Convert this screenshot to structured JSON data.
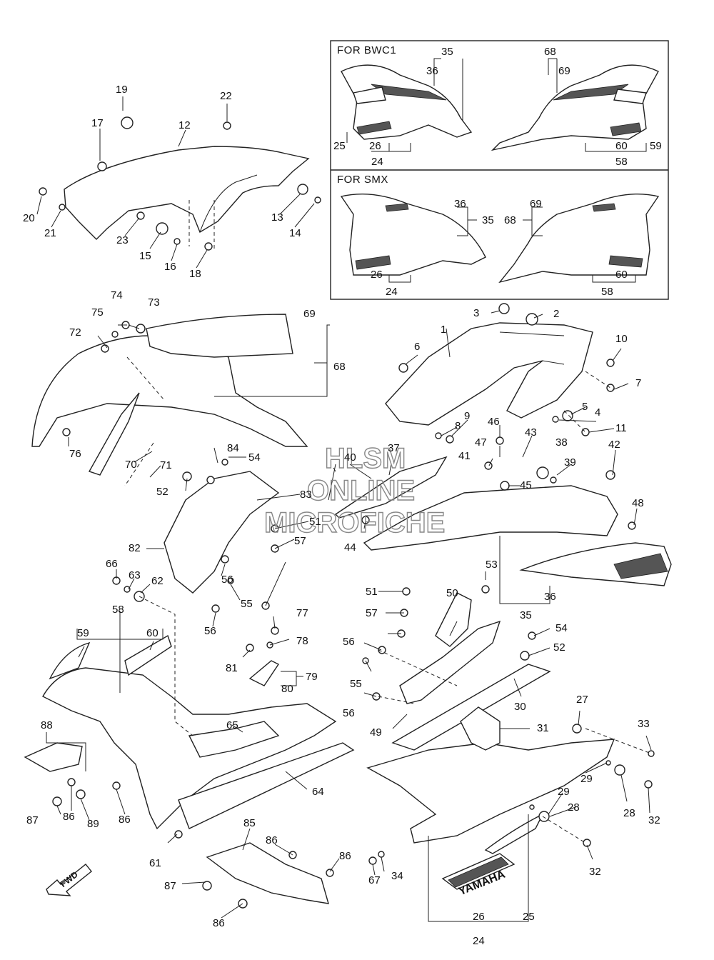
{
  "inset_labels": {
    "bwc1": "FOR BWC1",
    "smx": "FOR SMX"
  },
  "watermark": {
    "line1": "HLSM",
    "line2": "ONLINE",
    "line3": "MICROFICHE"
  },
  "fwd_label": "FWD",
  "brand_decal": "YAMAHA",
  "part_numbers": {
    "n1": "1",
    "n2": "2",
    "n3": "3",
    "n4": "4",
    "n5": "5",
    "n6": "6",
    "n7": "7",
    "n8": "8",
    "n9": "9",
    "n10": "10",
    "n11": "11",
    "n12": "12",
    "n13": "13",
    "n14": "14",
    "n15": "15",
    "n16": "16",
    "n17": "17",
    "n18": "18",
    "n19": "19",
    "n20": "20",
    "n21": "21",
    "n22": "22",
    "n23": "23",
    "n24": "24",
    "n25": "25",
    "n26": "26",
    "n27": "27",
    "n28": "28",
    "n29": "29",
    "n30": "30",
    "n31": "31",
    "n32": "32",
    "n33": "33",
    "n34": "34",
    "n35": "35",
    "n36": "36",
    "n37": "37",
    "n38": "38",
    "n39": "39",
    "n40": "40",
    "n41": "41",
    "n42": "42",
    "n43": "43",
    "n44": "44",
    "n45": "45",
    "n46": "46",
    "n47": "47",
    "n48": "48",
    "n49": "49",
    "n50": "50",
    "n51": "51",
    "n52": "52",
    "n53": "53",
    "n54": "54",
    "n55": "55",
    "n56": "56",
    "n57": "57",
    "n58": "58",
    "n59": "59",
    "n60": "60",
    "n61": "61",
    "n62": "62",
    "n63": "63",
    "n64": "64",
    "n65": "65",
    "n66": "66",
    "n67": "67",
    "n68": "68",
    "n69": "69",
    "n70": "70",
    "n71": "71",
    "n72": "72",
    "n73": "73",
    "n74": "74",
    "n75": "75",
    "n76": "76",
    "n77": "77",
    "n78": "78",
    "n79": "79",
    "n80": "80",
    "n81": "81",
    "n82": "82",
    "n83": "83",
    "n84": "84",
    "n85": "85",
    "n86": "86",
    "n87": "87",
    "n88": "88",
    "n89": "89"
  }
}
